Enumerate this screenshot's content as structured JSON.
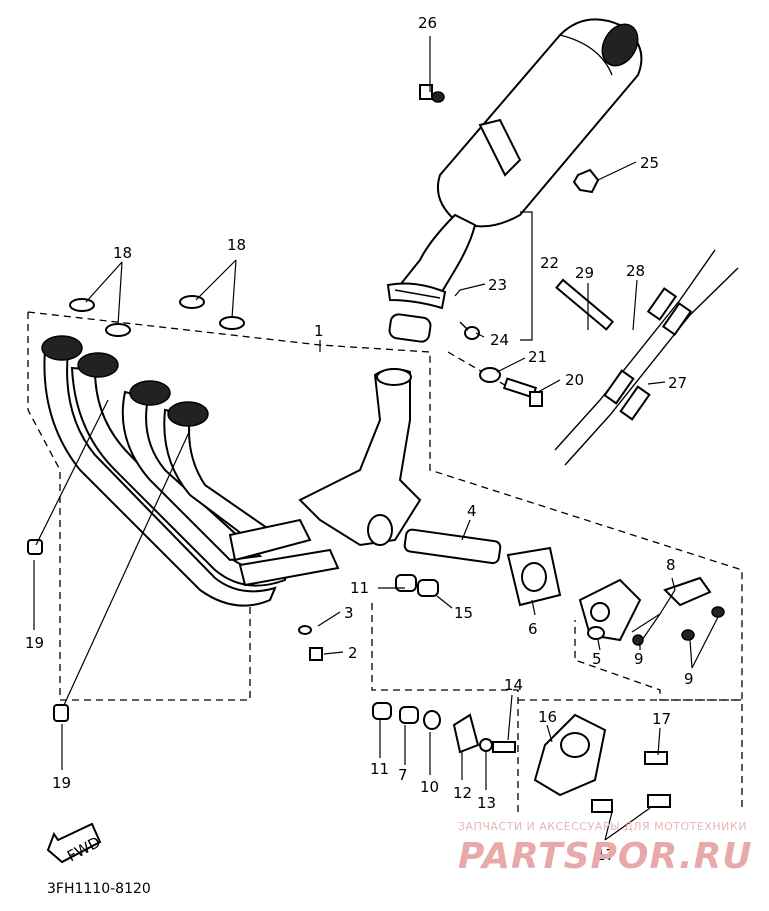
{
  "diagram": {
    "code": "3FH1110-8120",
    "fwd_label": "FWD",
    "watermark_caption": "ЗАПЧАСТИ И АКСЕССУАРЫ ДЛЯ МОТОТЕХНИКИ",
    "watermark_logo": "PARTSPOR.RU",
    "callouts": {
      "c1": "1",
      "c2": "2",
      "c3": "3",
      "c4": "4",
      "c5": "5",
      "c6": "6",
      "c7": "7",
      "c8": "8",
      "c9a": "9",
      "c9b": "9",
      "c10": "10",
      "c11a": "11",
      "c11b": "11",
      "c12": "12",
      "c13": "13",
      "c14": "14",
      "c15": "15",
      "c16": "16",
      "c17a": "17",
      "c17b": "17",
      "c18a": "18",
      "c18b": "18",
      "c19a": "19",
      "c19b": "19",
      "c20": "20",
      "c21": "21",
      "c22": "22",
      "c23": "23",
      "c24": "24",
      "c25": "25",
      "c26": "26",
      "c27": "27",
      "c28": "28",
      "c29": "29"
    }
  }
}
